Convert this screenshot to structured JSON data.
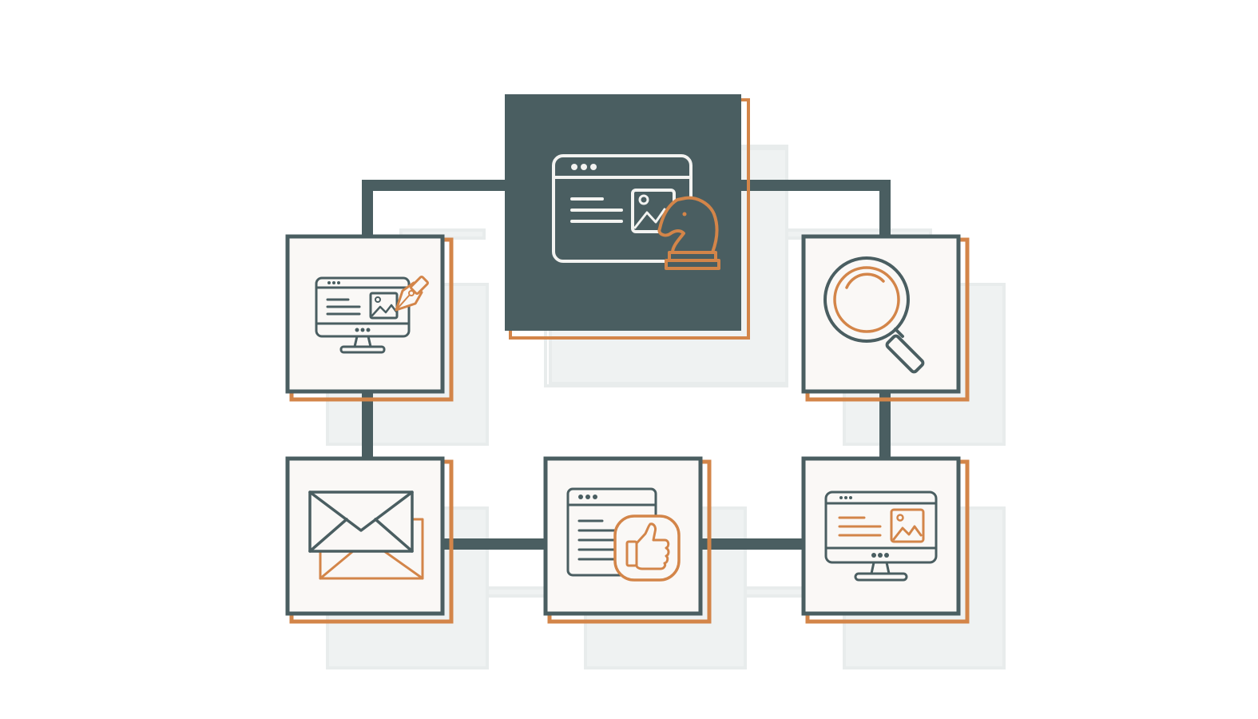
{
  "colors": {
    "background": "#ffffff",
    "dark_slate": "#4a5e61",
    "accent_orange": "#d38549",
    "card_fill": "#faf8f6",
    "shadow_gray": "#e9eded",
    "icon_white": "#f3f3f1"
  },
  "diagram": {
    "hub": {
      "icon": "browser-strategy-knight-icon",
      "style": "dark"
    },
    "nodes": [
      {
        "id": "web-design",
        "icon": "monitor-pen-tool-icon"
      },
      {
        "id": "search",
        "icon": "magnifying-glass-icon"
      },
      {
        "id": "email",
        "icon": "envelope-icon"
      },
      {
        "id": "social-like",
        "icon": "browser-thumbs-up-icon"
      },
      {
        "id": "web-content",
        "icon": "monitor-content-icon"
      }
    ],
    "connections": [
      [
        "hub",
        "web-design"
      ],
      [
        "hub",
        "search"
      ],
      [
        "web-design",
        "email"
      ],
      [
        "email",
        "social-like"
      ],
      [
        "social-like",
        "web-content"
      ],
      [
        "search",
        "web-content"
      ]
    ]
  }
}
